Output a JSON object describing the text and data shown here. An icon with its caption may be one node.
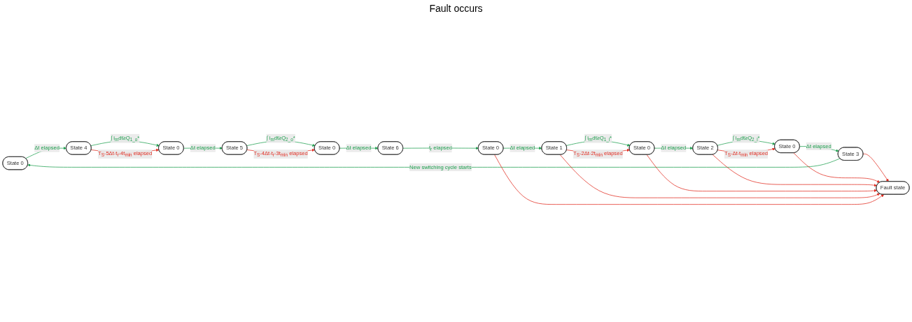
{
  "diagram": {
    "nodes": [
      {
        "text": [
          "State 0"
        ]
      },
      {
        "text": [
          "State 4"
        ]
      },
      {
        "text": [
          "State 0"
        ]
      },
      {
        "text": [
          "State 5"
        ]
      },
      {
        "text": [
          "State 0"
        ]
      },
      {
        "text": [
          "State 6"
        ]
      },
      {
        "text": [
          "State 3"
        ]
      },
      {
        "text": [
          "State 0"
        ]
      },
      {
        "text": [
          "State 2"
        ]
      },
      {
        "text": [
          "State 0"
        ]
      },
      {
        "text": [
          "State 1"
        ]
      },
      {
        "text": [
          "State 0"
        ]
      },
      {
        "text": [
          "Fault state"
        ]
      }
    ],
    "edges": [
      {
        "from": 0,
        "to": 1,
        "arrow": "to",
        "label": "Δt elapsed"
      },
      {
        "from": 1,
        "to": 2,
        "arrow": "to",
        "label": "∫ i$_{m}$dt≥Q$_{1_o}$*"
      },
      {
        "from": 1,
        "to": 2,
        "arrow": "to",
        "label": "T$_{S}$-5Δt-t$_{r}$-4t$_{min}$ elapsed",
        "color": "#e02b20"
      },
      {
        "from": 2,
        "to": 3,
        "arrow": "to",
        "label": "Δt elapsed"
      },
      {
        "from": 3,
        "to": 4,
        "arrow": "to",
        "label": "∫ i$_{m}$dt≥Q$_{2_o}$*"
      },
      {
        "from": 3,
        "to": 4,
        "arrow": "to",
        "label": "T$_{S}$-4Δt-t$_{r}$-3t$_{min}$ elapsed",
        "color": "#e02b20"
      },
      {
        "from": 4,
        "to": 5,
        "arrow": "to",
        "label": "Δt elapsed"
      },
      {
        "from": 5,
        "to": 11,
        "arrow": "to",
        "label": "t$_{r}$ elapsed"
      },
      {
        "from": 11,
        "to": 10,
        "arrow": "to",
        "label": "Δt elapsed"
      },
      {
        "from": 10,
        "to": 9,
        "arrow": "to",
        "label": "∫ i$_{m}$dt≥Q$_{1_i}$*"
      },
      {
        "from": 10,
        "to": 9,
        "arrow": "to",
        "label": "T$_{S}$-2Δt-2t$_{min}$ elapsed",
        "color": "#e02b20"
      },
      {
        "from": 9,
        "to": 8,
        "arrow": "to",
        "label": "Δt elapsed"
      },
      {
        "from": 8,
        "to": 7,
        "arrow": "to",
        "label": "∫ i$_{m}$dt≥Q$_{2_i}$*"
      },
      {
        "from": 8,
        "to": 7,
        "arrow": "to",
        "label": "T$_{S}$-Δt-t$_{min}$ elapsed",
        "color": "#e02b20"
      },
      {
        "from": 7,
        "to": 6,
        "arrow": "to",
        "label": "Δt elapsed"
      },
      {
        "from": 6,
        "to": 0,
        "arrow": "to",
        "label": "New switching cycle starts"
      },
      {
        "from": 6,
        "to": 12,
        "arrow": "to",
        "color": "#e02b20"
      },
      {
        "from": 7,
        "to": 12,
        "arrow": "to",
        "color": "#e02b20"
      },
      {
        "from": 8,
        "to": 12,
        "arrow": "to",
        "color": "#e02b20"
      },
      {
        "from": 9,
        "to": 12,
        "arrow": "to",
        "color": "#e02b20"
      },
      {
        "from": 10,
        "to": 12,
        "arrow": "to",
        "color": "#e02b20"
      },
      {
        "from": 11,
        "to": 12,
        "arrow": "to",
        "color": "#e02b20"
      }
    ],
    "labels": [
      "Fault occurs"
    ]
  }
}
